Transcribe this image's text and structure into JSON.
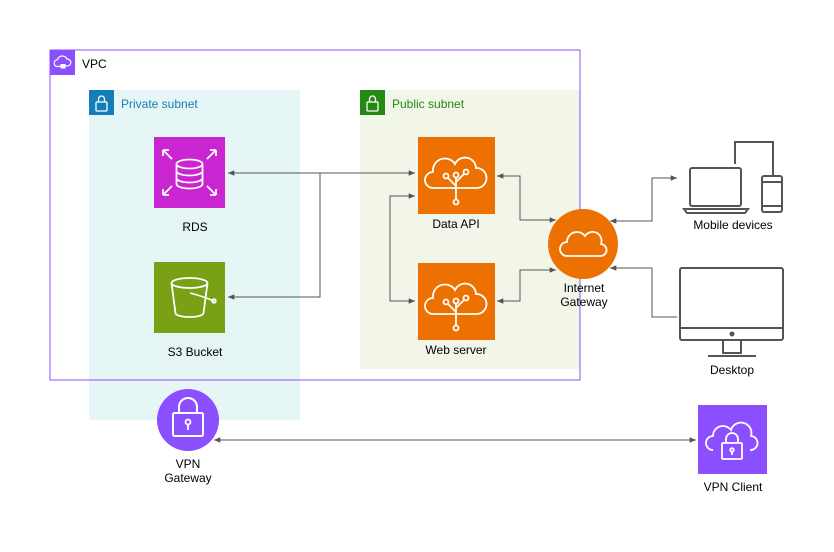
{
  "groups": {
    "vpc": {
      "label": "VPC"
    },
    "private_subnet": {
      "label": "Private subnet"
    },
    "public_subnet": {
      "label": "Public subnet"
    }
  },
  "nodes": {
    "rds": {
      "label": "RDS"
    },
    "s3": {
      "label": "S3 Bucket"
    },
    "data_api": {
      "label": "Data API"
    },
    "web_server": {
      "label": "Web server"
    },
    "internet_gateway": {
      "label_line1": "Internet",
      "label_line2": "Gateway"
    },
    "mobile_devices": {
      "label": "Mobile devices"
    },
    "desktop": {
      "label": "Desktop"
    },
    "vpn_gateway": {
      "label_line1": "VPN",
      "label_line2": "Gateway"
    },
    "vpn_client": {
      "label": "VPN Client"
    }
  },
  "colors": {
    "vpc_border": "#8C4FFF",
    "private_subnet_fill": "#E6F6F7",
    "private_subnet_accent": "#147EBA",
    "public_subnet_fill": "#F2F6E8",
    "public_subnet_accent": "#248814",
    "database": "#C925D1",
    "storage": "#7AA116",
    "compute": "#ED7100",
    "networking": "#8C4FFF",
    "device": "#545454"
  },
  "icons": {
    "vpc": "vpc-cloud-lock-icon",
    "private_subnet": "padlock-icon",
    "public_subnet": "padlock-icon",
    "rds": "rds-database-icon",
    "s3": "s3-bucket-icon",
    "data_api": "api-cloud-icon",
    "web_server": "api-cloud-icon",
    "internet_gateway": "cloud-icon",
    "mobile_devices": "devices-icon",
    "desktop": "monitor-icon",
    "vpn_gateway": "padlock-icon",
    "vpn_client": "cloud-padlock-icon"
  }
}
